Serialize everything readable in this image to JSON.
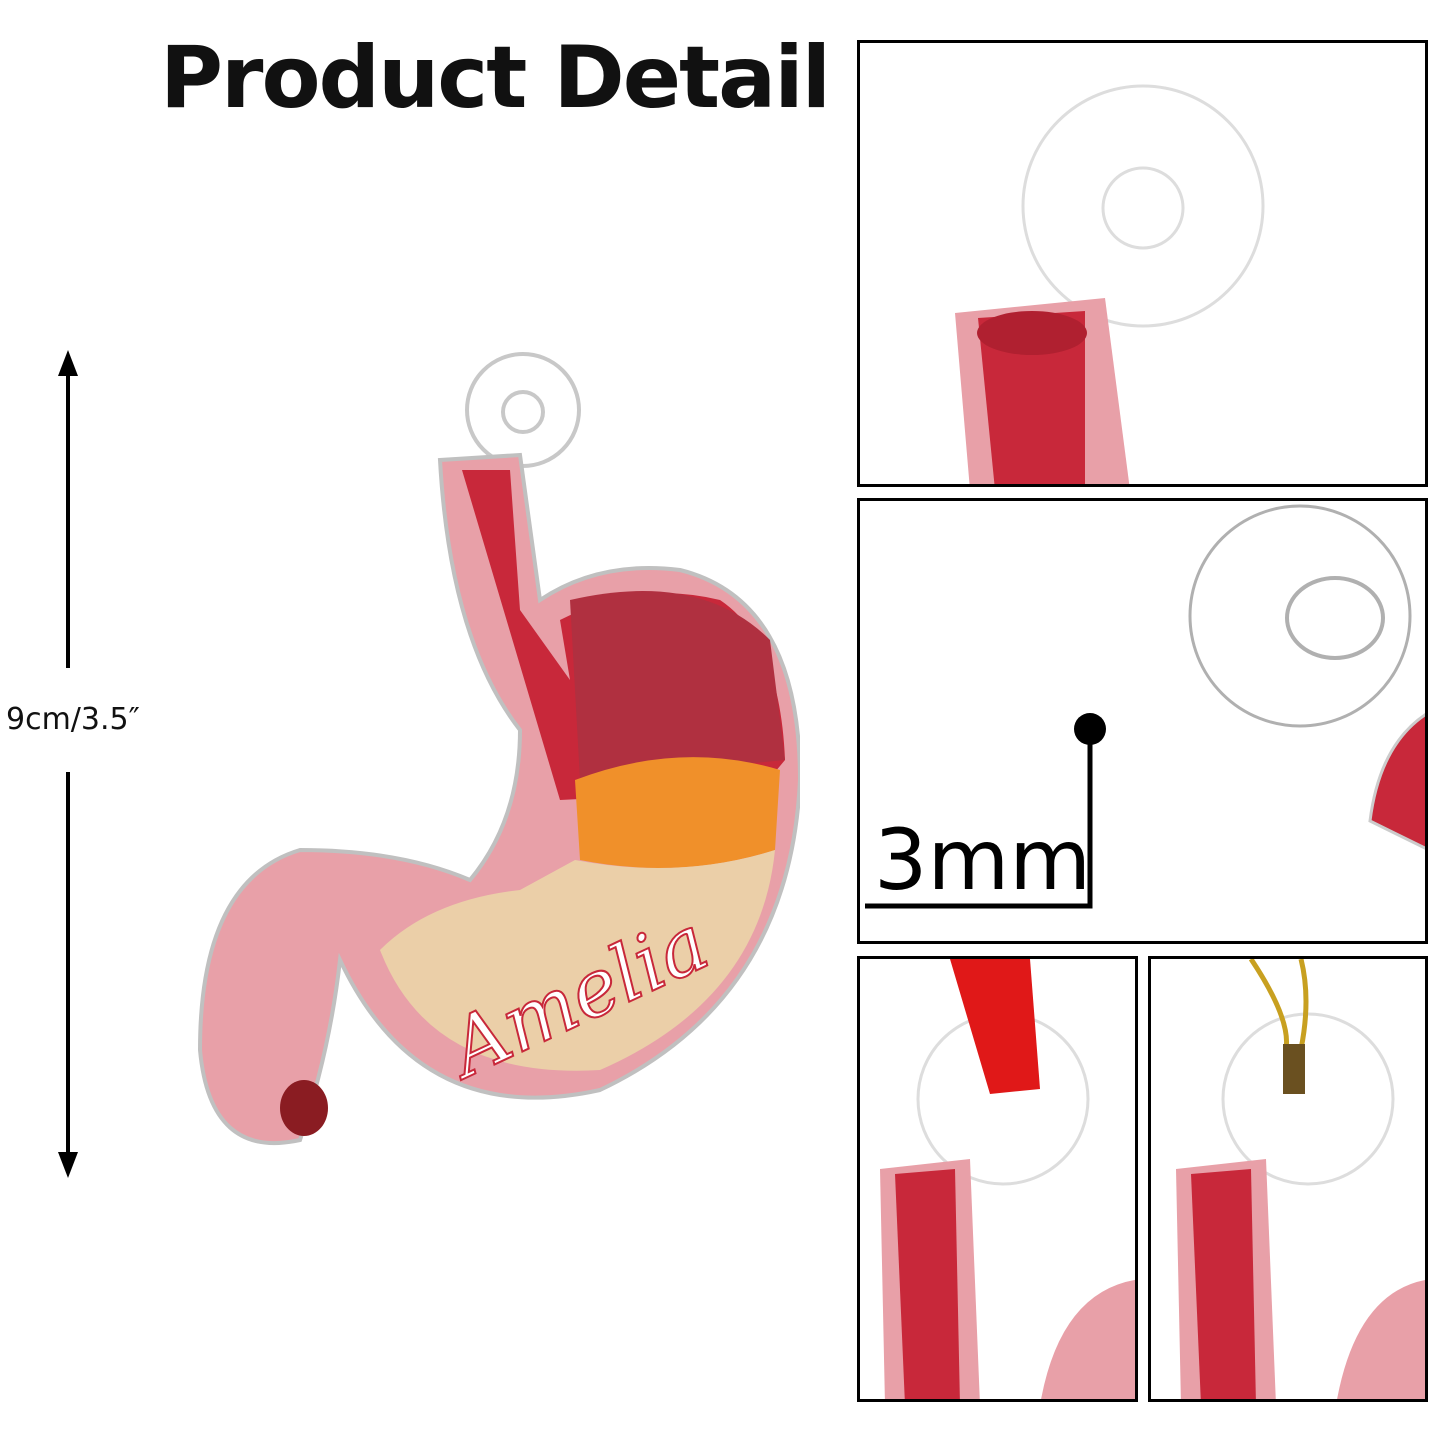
{
  "title": "Product Detail",
  "dimension": {
    "label": "9cm/3.5″"
  },
  "ornament": {
    "name_text": "Amelia"
  },
  "thickness": {
    "label": "3mm"
  },
  "colors": {
    "pink": "#e8a0a8",
    "red": "#c8283a",
    "dark_red": "#8a1c22",
    "beige": "#ebcfa8",
    "orange": "#f0902a"
  }
}
